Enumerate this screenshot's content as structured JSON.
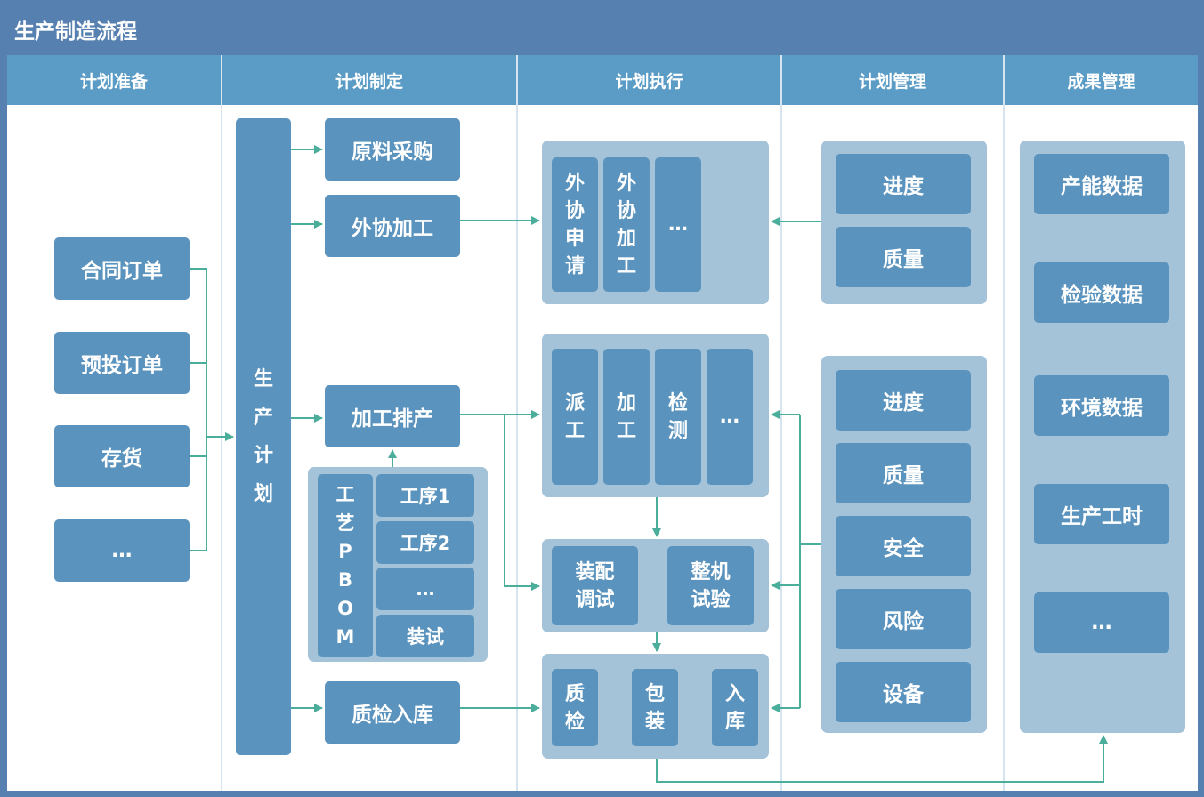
{
  "title": "生产制造流程",
  "columns": [
    "计划准备",
    "计划制定",
    "计划执行",
    "计划管理",
    "成果管理"
  ],
  "prep": [
    "合同订单",
    "预投订单",
    "存货",
    "…"
  ],
  "plan": "生\n产\n计\n划",
  "define": {
    "purchase": "原料采购",
    "outsource": "外协加工",
    "schedule": "加工排产",
    "qc_store": "质检入库",
    "pbom_label": "工\n艺\nP\nB\nO\nM",
    "pbom_items": [
      "工序1",
      "工序2",
      "…",
      "装试"
    ]
  },
  "exec": {
    "outsource_items": [
      "外\n协\n申\n请",
      "外\n协\n加\n工",
      "…"
    ],
    "process_items": [
      "派\n工",
      "加\n工",
      "检\n测",
      "…"
    ],
    "assembly_items": [
      "装配\n调试",
      "整机\n试验"
    ],
    "final_items": [
      "质\n检",
      "包\n装",
      "入\n库"
    ]
  },
  "manage": {
    "group1": [
      "进度",
      "质量"
    ],
    "group2": [
      "进度",
      "质量",
      "安全",
      "风险",
      "设备"
    ]
  },
  "results": [
    "产能数据",
    "检验数据",
    "环境数据",
    "生产工时",
    "…"
  ],
  "colors": {
    "frame": "#5580b0",
    "header": "#5b9cc6",
    "box": "#5a93bd",
    "panel": "#a4c3d8",
    "arrow": "#4aae9a"
  }
}
